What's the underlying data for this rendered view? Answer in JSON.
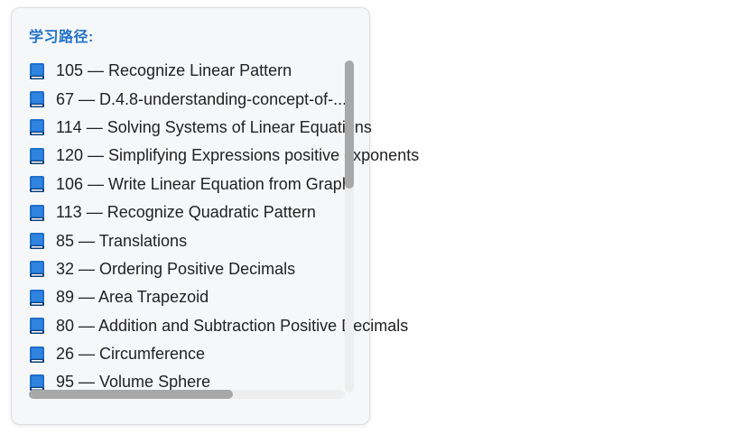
{
  "panel": {
    "title": "学习路径:",
    "items": [
      {
        "icon": "book-icon",
        "label": "105 — Recognize Linear Pattern"
      },
      {
        "icon": "book-icon",
        "label": "67 — D.4.8-understanding-concept-of-..."
      },
      {
        "icon": "book-icon",
        "label": "114 — Solving Systems of Linear Equations"
      },
      {
        "icon": "book-icon",
        "label": "120 — Simplifying Expressions positive exponents"
      },
      {
        "icon": "book-icon",
        "label": "106 — Write Linear Equation from Graph"
      },
      {
        "icon": "book-icon",
        "label": "113 — Recognize Quadratic Pattern"
      },
      {
        "icon": "book-icon",
        "label": "85 — Translations"
      },
      {
        "icon": "book-icon",
        "label": "32 — Ordering Positive Decimals"
      },
      {
        "icon": "book-icon",
        "label": "89 — Area Trapezoid"
      },
      {
        "icon": "book-icon",
        "label": "80 — Addition and Subtraction Positive Decimals"
      },
      {
        "icon": "book-icon",
        "label": "26 — Circumference"
      },
      {
        "icon": "book-icon",
        "label": "95 — Volume Sphere"
      }
    ]
  },
  "colors": {
    "title": "#1f6fc9",
    "book_icon": "#1f6fc9"
  }
}
